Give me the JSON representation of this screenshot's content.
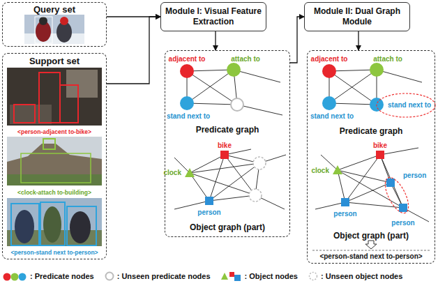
{
  "diagram": {
    "nodes": [
      {
        "text": [
          "Query set"
        ]
      },
      {
        "text": [
          "Support set",
          "<person-adjacent to-bike>",
          "<clock-attach to-building>",
          "<person-stand next to-person>"
        ]
      },
      {
        "text": [
          "Module I: Visual Feature Extraction"
        ]
      },
      {
        "text": [
          "Module II: Dual Graph Module"
        ]
      },
      {
        "text": [
          "Predicate graph",
          "Object graph (part)"
        ]
      },
      {
        "text": [
          "Predicate graph",
          "Object graph (part)",
          "<person-stand next to-person>"
        ]
      }
    ],
    "edges": [
      {
        "from": 0,
        "to": 2,
        "arrow": "to"
      },
      {
        "from": 1,
        "to": 2,
        "arrow": "to"
      },
      {
        "from": 2,
        "to": 4,
        "arrow": "to"
      },
      {
        "from": 4,
        "to": 3,
        "arrow": "to"
      },
      {
        "from": 3,
        "to": 5,
        "arrow": "to"
      }
    ],
    "labels": [
      "adjacent to",
      "attach to",
      "stand next to",
      "bike",
      "clock",
      "person",
      "adjacent to",
      "attach to",
      "stand next to",
      "stand next to",
      "bike",
      "clock",
      "person",
      "person",
      "person"
    ],
    "legend": [
      {
        "text": ": Predicate nodes"
      },
      {
        "text": ": Unseen predicate nodes"
      },
      {
        "text": ": Object nodes"
      },
      {
        "text": ": Unseen object nodes"
      }
    ]
  }
}
